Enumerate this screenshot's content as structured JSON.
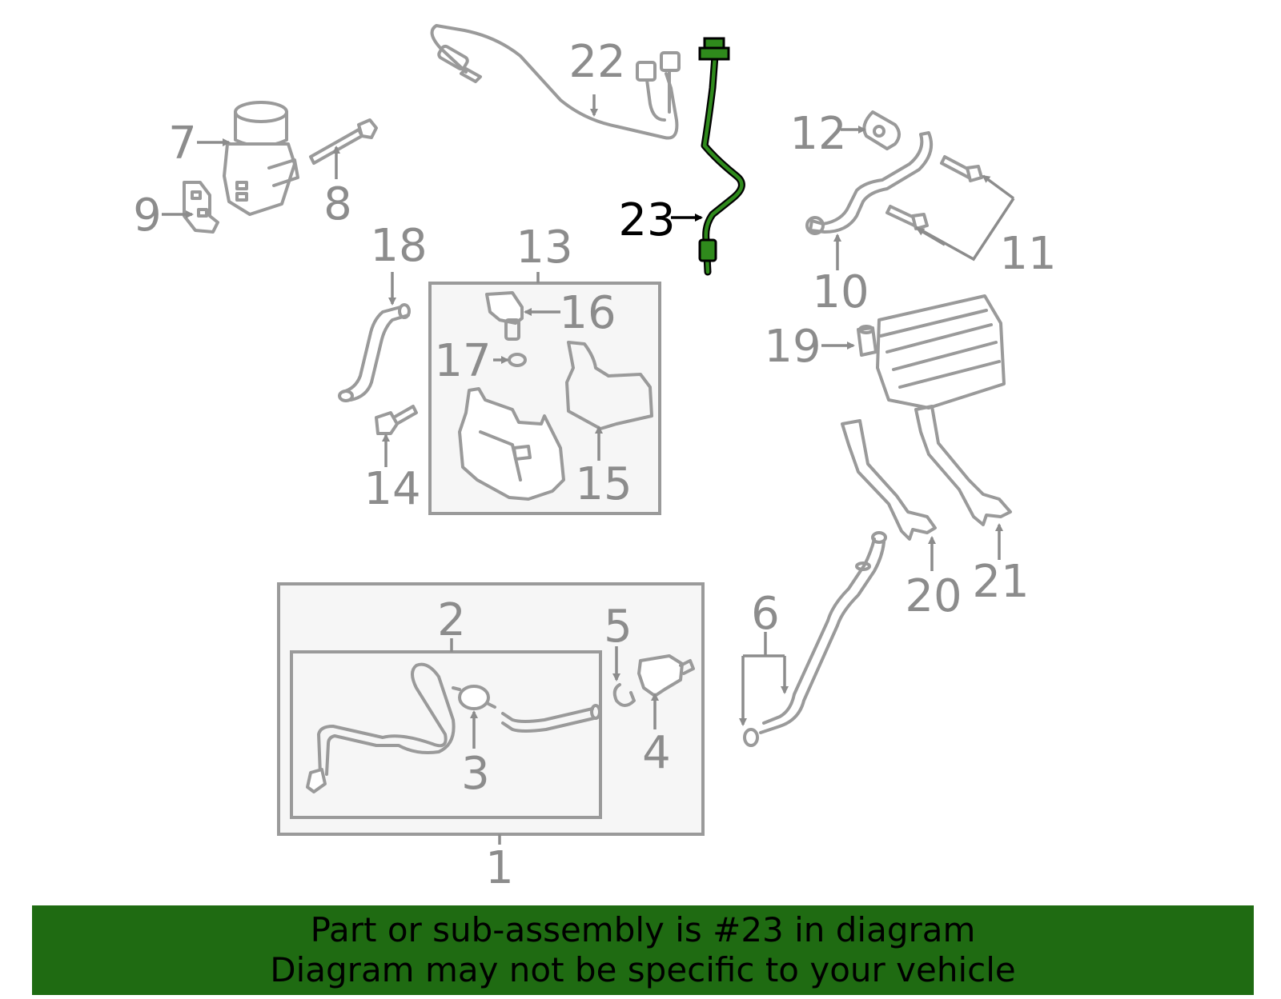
{
  "labels": {
    "l1": "1",
    "l2": "2",
    "l3": "3",
    "l4": "4",
    "l5": "5",
    "l6": "6",
    "l7": "7",
    "l8": "8",
    "l9": "9",
    "l10": "10",
    "l11": "11",
    "l12": "12",
    "l13": "13",
    "l14": "14",
    "l15": "15",
    "l16": "16",
    "l17": "17",
    "l18": "18",
    "l19": "19",
    "l20": "20",
    "l21": "21",
    "l22": "22",
    "l23": "23"
  },
  "highlight": {
    "part_number": "23",
    "color": "#1f6b12"
  },
  "colors": {
    "part_stroke": "#9a9a9a",
    "label": "#8c8c8c",
    "banner": "#1f6b12"
  },
  "banner": {
    "line1": "Part or sub-assembly is #23 in diagram",
    "line2": "Diagram may not be specific to your vehicle"
  }
}
